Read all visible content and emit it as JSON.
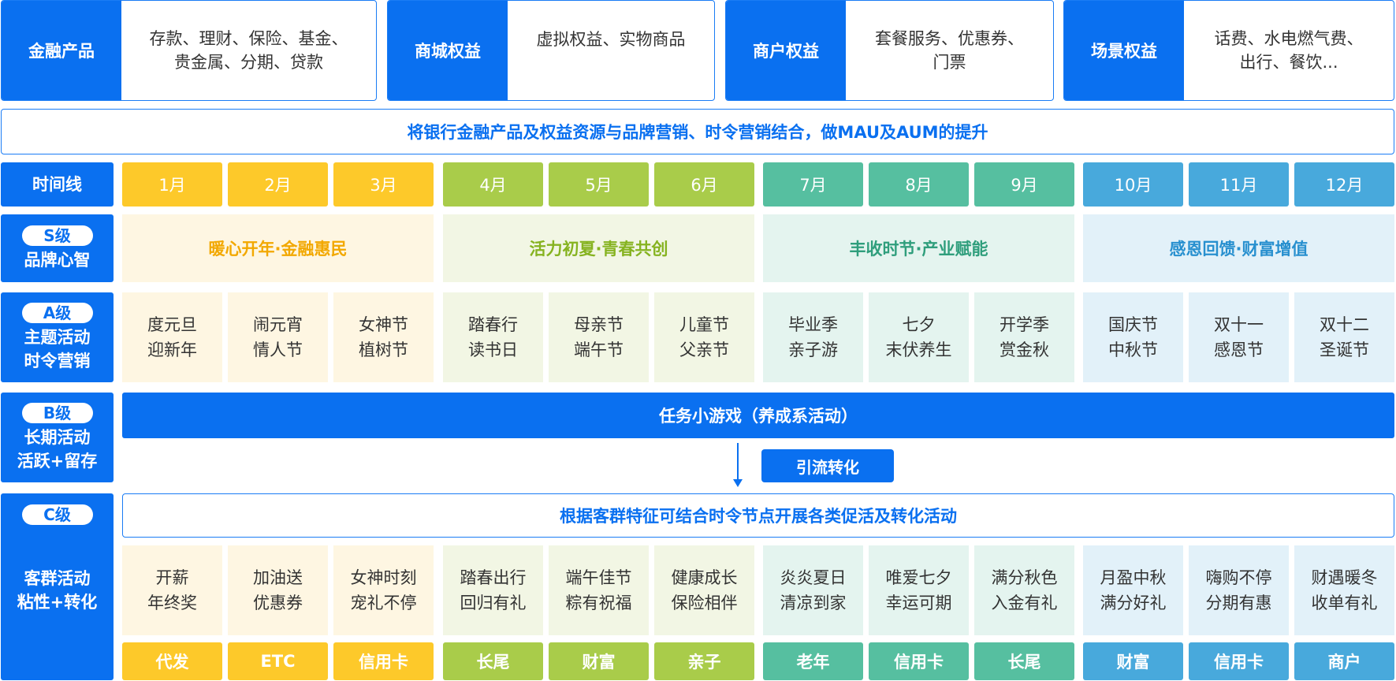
{
  "products": [
    {
      "title": "金融产品",
      "line1": "存款、理财、保险、基金、",
      "line2": "贵金属、分期、贷款"
    },
    {
      "title": "商城权益",
      "line1": "虚拟权益、实物商品",
      "line2": ""
    },
    {
      "title": "商户权益",
      "line1": "套餐服务、优惠券、",
      "line2": "门票"
    },
    {
      "title": "场景权益",
      "line1": "话费、水电燃气费、",
      "line2": "出行、餐饮..."
    }
  ],
  "banner": "将银行金融产品及权益资源与品牌营销、时令营销结合，做MAU及AUM的提升",
  "timeline": {
    "label": "时间线",
    "months": [
      "1月",
      "2月",
      "3月",
      "4月",
      "5月",
      "6月",
      "7月",
      "8月",
      "9月",
      "10月",
      "11月",
      "12月"
    ]
  },
  "s_level": {
    "badge": "S级",
    "label": "品牌心智",
    "themes": [
      "暖心开年·金融惠民",
      "活力初夏·青春共创",
      "丰收时节·产业赋能",
      "感恩回馈·财富增值"
    ]
  },
  "a_level": {
    "badge": "A级",
    "label1": "主题活动",
    "label2": "时令营销",
    "cells": [
      [
        "度元旦",
        "迎新年"
      ],
      [
        "闹元宵",
        "情人节"
      ],
      [
        "女神节",
        "植树节"
      ],
      [
        "踏春行",
        "读书日"
      ],
      [
        "母亲节",
        "端午节"
      ],
      [
        "儿童节",
        "父亲节"
      ],
      [
        "毕业季",
        "亲子游"
      ],
      [
        "七夕",
        "末伏养生"
      ],
      [
        "开学季",
        "赏金秋"
      ],
      [
        "国庆节",
        "中秋节"
      ],
      [
        "双十一",
        "感恩节"
      ],
      [
        "双十二",
        "圣诞节"
      ]
    ]
  },
  "b_level": {
    "badge": "B级",
    "label1": "长期活动",
    "label2": "活跃+留存",
    "bar": "任务小游戏（养成系活动）",
    "flow": "引流转化"
  },
  "c_level": {
    "badge": "C级",
    "label1": "客群活动",
    "label2": "粘性+转化",
    "banner": "根据客群特征可结合时令节点开展各类促活及转化活动",
    "cells": [
      [
        "开薪",
        "年终奖"
      ],
      [
        "加油送",
        "优惠券"
      ],
      [
        "女神时刻",
        "宠礼不停"
      ],
      [
        "踏春出行",
        "回归有礼"
      ],
      [
        "端午佳节",
        "粽有祝福"
      ],
      [
        "健康成长",
        "保险相伴"
      ],
      [
        "炎炎夏日",
        "清凉到家"
      ],
      [
        "唯爱七夕",
        "幸运可期"
      ],
      [
        "满分秋色",
        "入金有礼"
      ],
      [
        "月盈中秋",
        "满分好礼"
      ],
      [
        "嗨购不停",
        "分期有惠"
      ],
      [
        "财遇暖冬",
        "收单有礼"
      ]
    ],
    "tags": [
      "代发",
      "ETC",
      "信用卡",
      "长尾",
      "财富",
      "亲子",
      "老年",
      "信用卡",
      "长尾",
      "财富",
      "信用卡",
      "商户"
    ]
  },
  "colors": {
    "brand_blue": "#0a70f0",
    "q1": "#fdc92a",
    "q1_light": "#fef6e2",
    "q1_text": "#f2a800",
    "q2": "#a9cc4a",
    "q2_light": "#f2f6e4",
    "q2_text": "#86b320",
    "q3": "#56bfa0",
    "q3_light": "#e4f4ef",
    "q3_text": "#2f9e7c",
    "q4": "#48a9dc",
    "q4_light": "#e2f1f9",
    "q4_text": "#2890cf"
  }
}
